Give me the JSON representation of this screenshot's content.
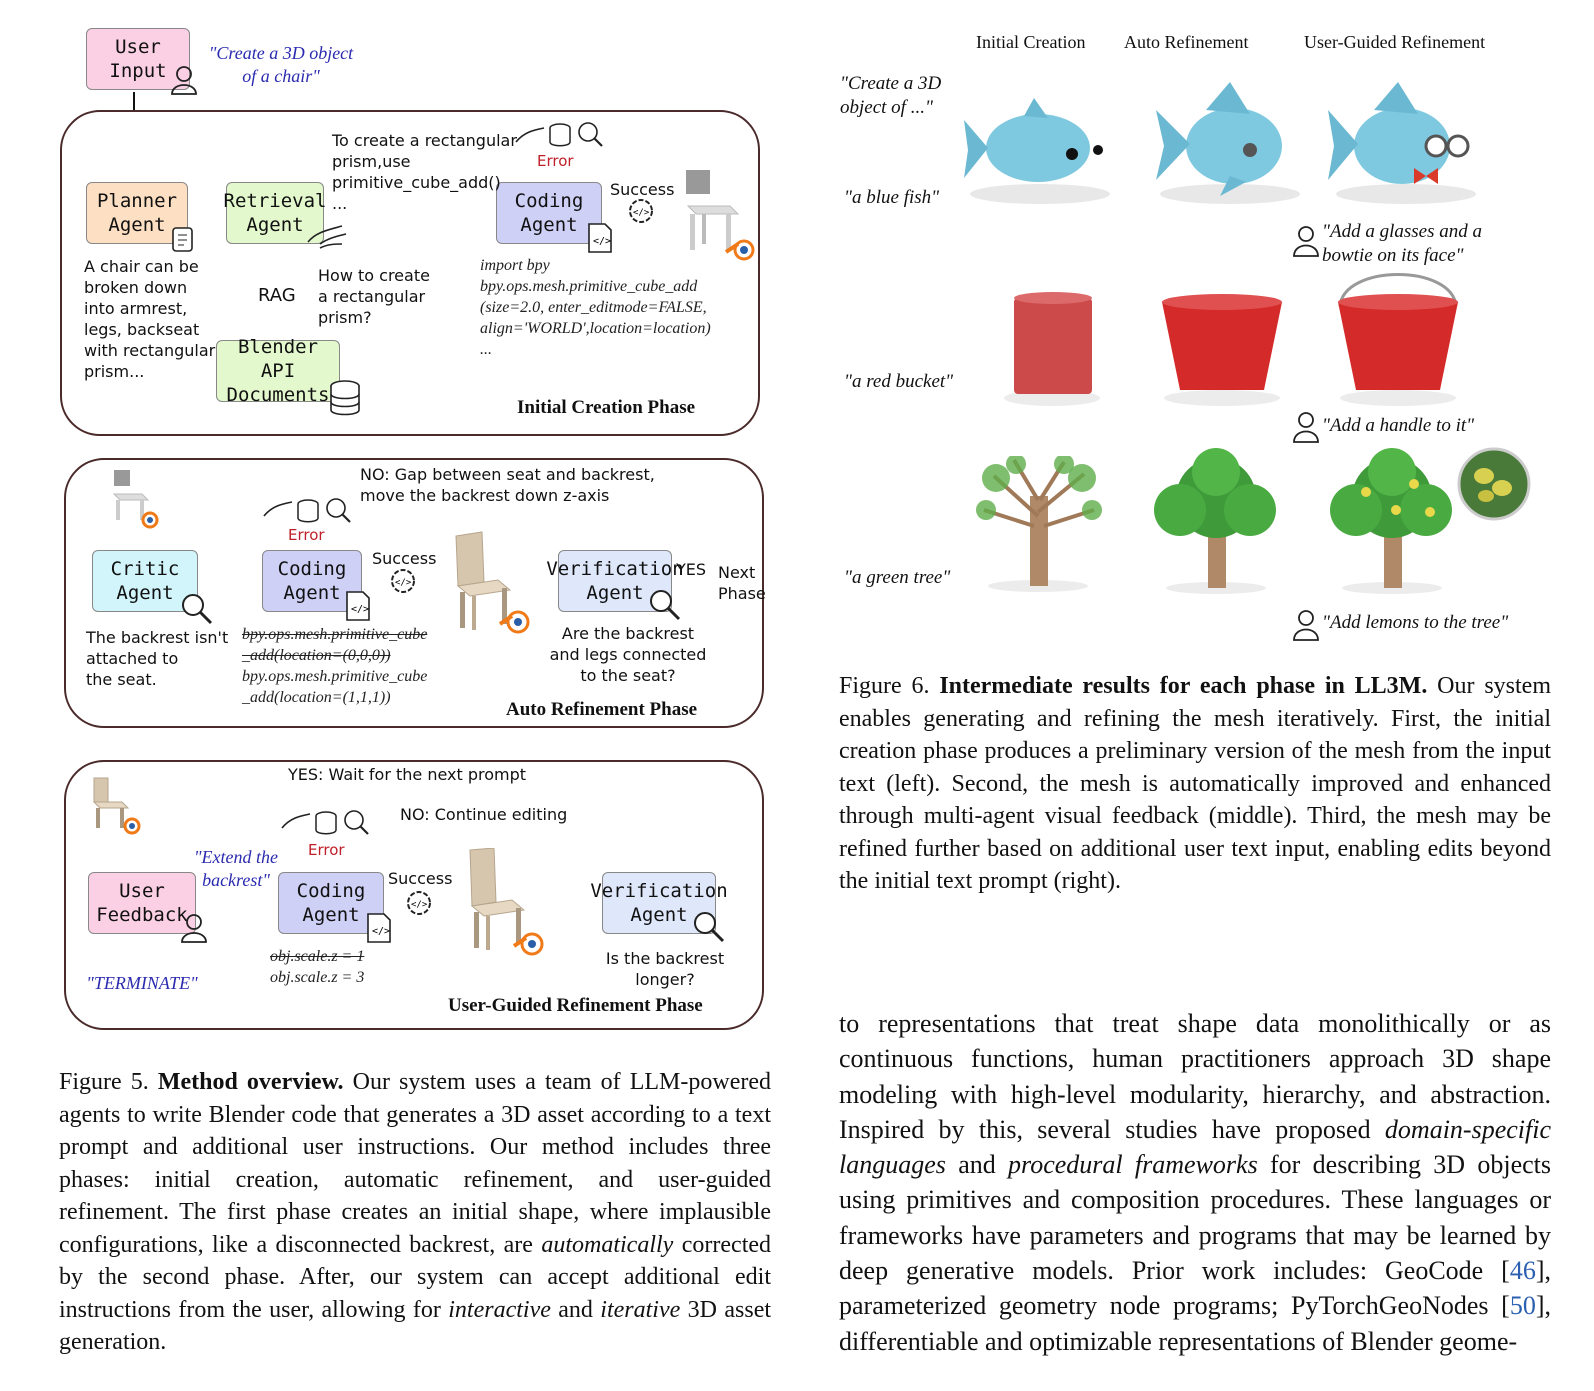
{
  "figure5": {
    "user_input": {
      "label": "User\nInput",
      "quote": "\"Create a 3D object\nof a chair\""
    },
    "initial": {
      "planner": "Planner\nAgent",
      "retrieval": "Retrieval\nAgent",
      "coding": "Coding\nAgent",
      "blender_docs": "Blender API\nDocuments",
      "rag": "RAG",
      "error": "Error",
      "success": "Success",
      "planner_note": "A chair can be\nbroken down\ninto armrest,\nlegs, backseat\nwith rectangular\nprism...",
      "question": "How to create\na rectangular\nprism?",
      "answer": "To create a rectangular\nprism,use\nprimitive_cube_add()\n...",
      "code": "import bpy\nbpy.ops.mesh.primitive_cube_add\n(size=2.0, enter_editmode=FALSE,\nalign='WORLD',location=location)\n...",
      "phase": "Initial Creation Phase"
    },
    "auto": {
      "critic": "Critic\nAgent",
      "coding": "Coding\nAgent",
      "verification": "Verification\nAgent",
      "no_msg": "NO: Gap between seat and backrest,\nmove the backrest down z-axis",
      "error": "Error",
      "success": "Success",
      "yes": "YES",
      "next": "Next\nPhase",
      "critic_note": "The backrest isn't\nattached to\nthe seat.",
      "code_old": "bpy.ops.mesh.primitive_cube\n_add(location=(0,0,0))",
      "code_new": "bpy.ops.mesh.primitive_cube\n_add(location=(1,1,1))",
      "verify_q": "Are the backrest\nand legs connected\nto the seat?",
      "phase": "Auto Refinement Phase"
    },
    "user_guided": {
      "feedback": "User\nFeedback",
      "coding": "Coding\nAgent",
      "verification": "Verification\nAgent",
      "yes_msg": "YES: Wait for the next prompt",
      "no_msg": "NO: Continue editing",
      "error": "Error",
      "success": "Success",
      "quote": "\"Extend the\nbackrest\"",
      "terminate": "\"TERMINATE\"",
      "code_old": "obj.scale.z = 1",
      "code_new": "obj.scale.z = 3",
      "verify_q": "Is the backrest\nlonger?",
      "phase": "User-Guided Refinement Phase"
    },
    "caption": {
      "label": "Figure 5.",
      "title": "Method overview.",
      "text_a": " Our system uses a team of LLM-powered agents to write Blender code that generates a 3D asset according to a text prompt and additional user instructions. Our method includes three phases: initial creation, automatic refinement, and user-guided refinement. The first phase creates an initial shape, where implausible configurations, like a disconnected backrest, are ",
      "em_a": "automatically",
      "text_b": " corrected by the second phase. After, our system can accept additional edit instructions from the user, allowing for ",
      "em_b": "interactive",
      "text_c": " and ",
      "em_c": "iterative",
      "text_d": " 3D asset generation."
    }
  },
  "figure6": {
    "columns": [
      "Initial Creation",
      "Auto Refinement",
      "User-Guided Refinement"
    ],
    "prompt_generic": "\"Create a 3D\nobject of ...\"",
    "rows": [
      {
        "prompt": "\"a blue fish\"",
        "edit": "\"Add a glasses and a\nbowtie on its face\""
      },
      {
        "prompt": "\"a red bucket\"",
        "edit": "\"Add a handle to it\""
      },
      {
        "prompt": "\"a green tree\"",
        "edit": "\"Add lemons to the tree\""
      }
    ],
    "caption": {
      "label": "Figure 6.",
      "title": "Intermediate results for each phase in LL3M.",
      "text": " Our system enables generating and refining the mesh iteratively. First, the initial creation phase produces a preliminary version of the mesh from the input text (left). Second, the mesh is automatically improved and enhanced through multi-agent visual feedback (middle). Third, the mesh may be refined further based on additional user text input, enabling edits beyond the initial text prompt (right)."
    }
  },
  "body_text": {
    "t1": "to representations that treat shape data monolithically or as continuous functions, human practitioners approach 3D shape modeling with high-level modularity, hierarchy, and abstraction. Inspired by this, several studies have proposed ",
    "em1": "domain-specific languages",
    "t2": " and ",
    "em2": "procedural frameworks",
    "t3": " for describing 3D objects using primitives and composition procedures. These languages or frameworks have parameters and programs that may be learned by deep generative models. Prior work includes: GeoCode [",
    "ref1": "46",
    "t4": "], parameterized geometry node programs; PyTorchGeoNodes [",
    "ref2": "50",
    "t5": "], differentiable and optimizable representations of Blender geome-"
  },
  "colors": {
    "error": "#c0202a",
    "success": "#22b14c",
    "quote": "#2b2bb0",
    "cite": "#2b5fb0",
    "fish": "#7fc9e0",
    "bucket": "#d42a2a",
    "tree": "#3f9a3a"
  }
}
